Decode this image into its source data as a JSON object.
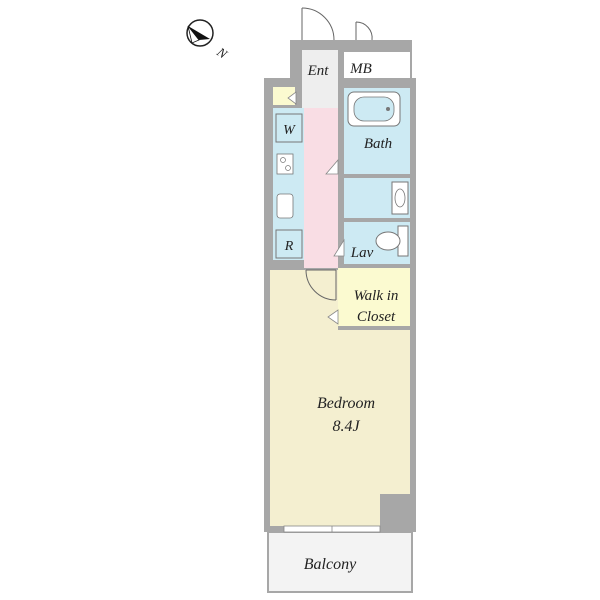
{
  "compass": {
    "label": "N",
    "icon": "north-arrow-icon"
  },
  "rooms": {
    "entrance": "Ent",
    "meter_box": "MB",
    "bath": "Bath",
    "washer": "W",
    "refrigerator": "R",
    "lavatory": "Lav",
    "walk_in_closet_line1": "Walk in",
    "walk_in_closet_line2": "Closet",
    "bedroom": "Bedroom",
    "bedroom_size": "8.4J",
    "balcony": "Balcony"
  },
  "colors": {
    "wall": "#a7a7a7",
    "hallway": "#f9dde4",
    "wet_area": "#cdeaf3",
    "bedroom": "#f4efd0",
    "closet": "#fbfad0",
    "entrance": "#eeeeee",
    "balcony": "#f3f3f3"
  }
}
